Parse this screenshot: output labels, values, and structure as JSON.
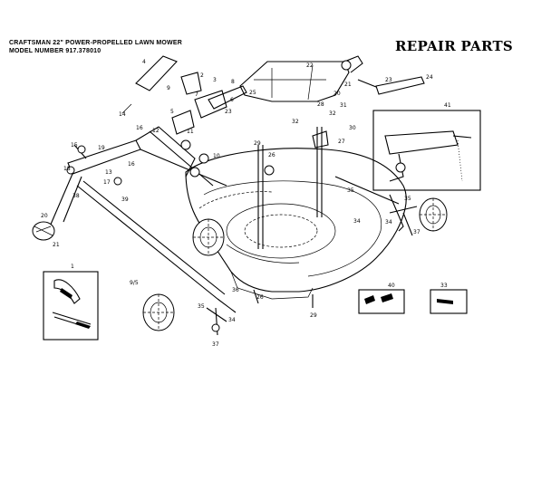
{
  "header": {
    "line1": "CRAFTSMAN 22\" POWER-PROPELLED LAWN MOWER",
    "line2": "MODEL NUMBER 917.378010"
  },
  "section_title": "REPAIR PARTS",
  "callouts": [
    "1",
    "2",
    "3",
    "4",
    "5",
    "6",
    "7",
    "8",
    "9",
    "10",
    "11",
    "12",
    "13",
    "14",
    "15",
    "16",
    "17",
    "18",
    "19",
    "20",
    "21",
    "22",
    "23",
    "24",
    "25",
    "26",
    "27",
    "28",
    "29",
    "30",
    "31",
    "32",
    "33",
    "34",
    "35",
    "36",
    "37",
    "38",
    "39",
    "40",
    "41",
    "9/5"
  ]
}
